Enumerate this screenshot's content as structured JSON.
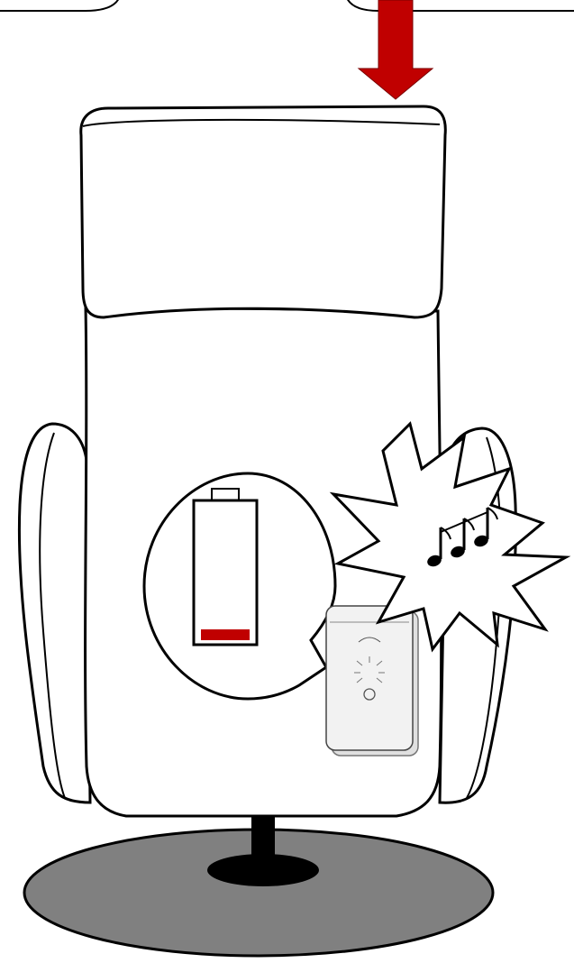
{
  "diagram": {
    "colors": {
      "arrow": "#c00000",
      "outline": "#000000",
      "chair_fill": "#ffffff",
      "base_fill": "#808080",
      "battery_low": "#c00000",
      "unit_fill": "#f2f2f2"
    },
    "elements": {
      "top_arrow": "down-arrow-icon",
      "battery": "battery-low-icon",
      "sound": "music-notes-icon",
      "sensor_unit": "wireless-sensor-unit",
      "base": "swivel-base"
    },
    "battery_level": 0.08,
    "sensor_unit_labels": {
      "left": "",
      "right": ""
    }
  }
}
